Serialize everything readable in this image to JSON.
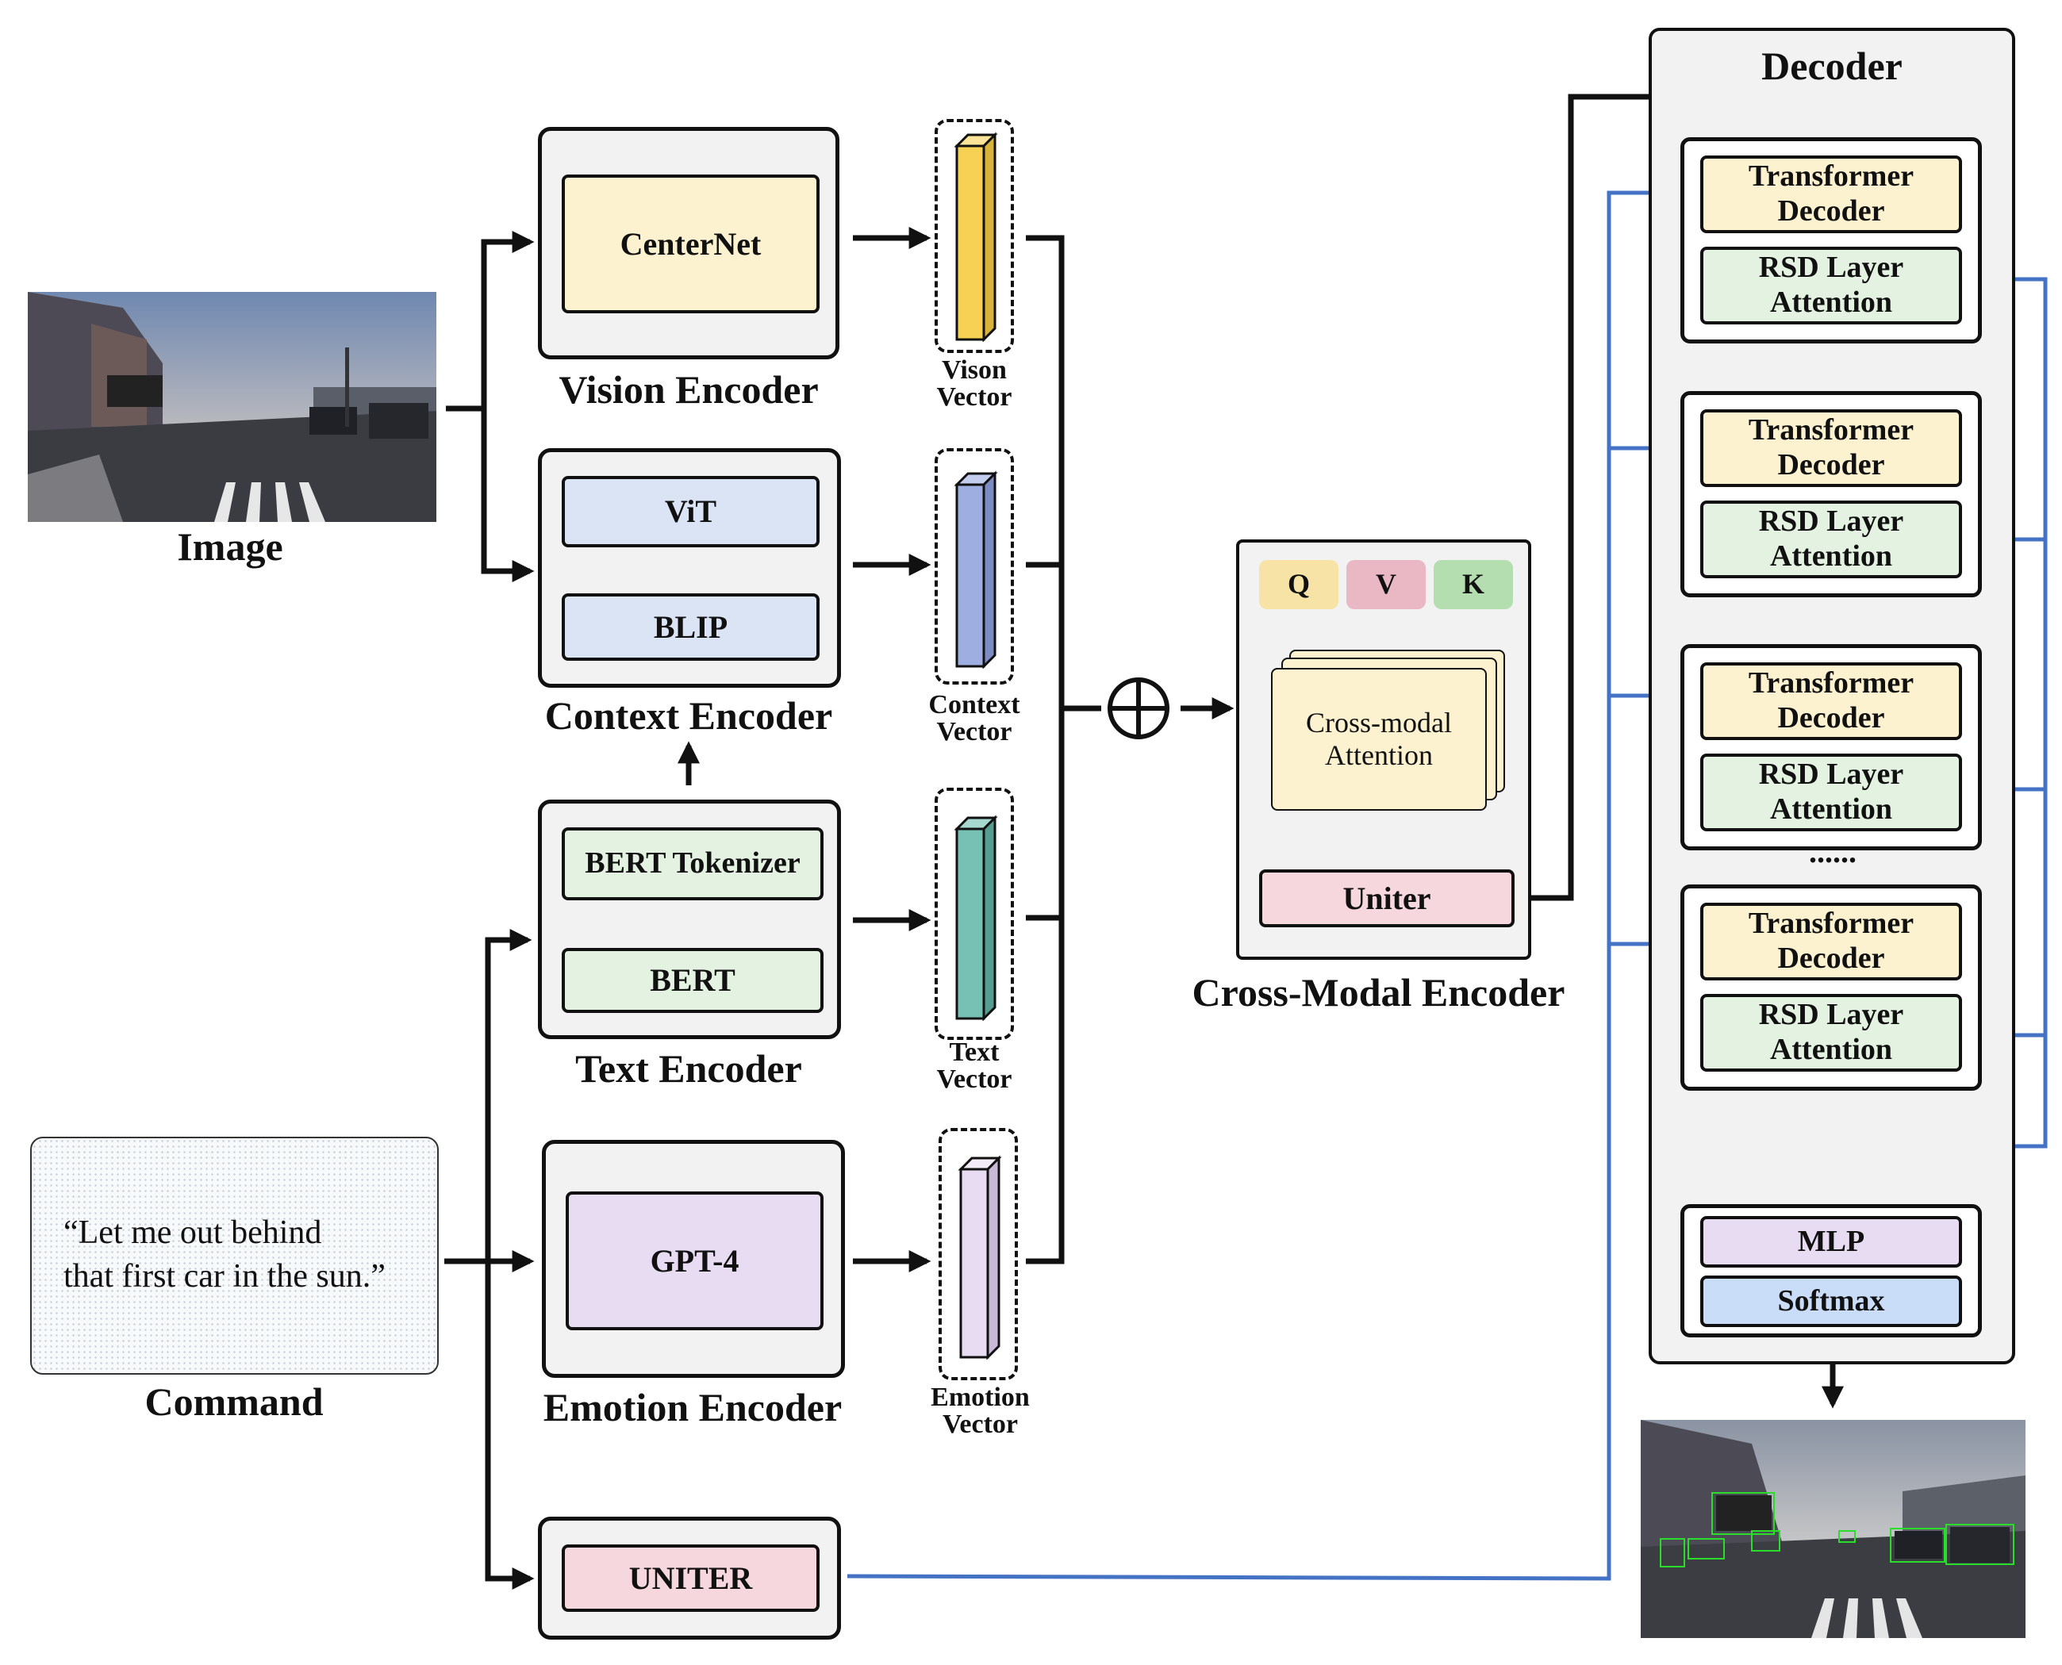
{
  "image_label": "Image",
  "command": {
    "text_line1": "“Let me out behind",
    "text_line2": "that first car in the sun.”",
    "label": "Command"
  },
  "encoders": {
    "vision": {
      "module": "CenterNet",
      "label": "Vision Encoder"
    },
    "context": {
      "module_top": "ViT",
      "module_bottom": "BLIP",
      "label": "Context Encoder"
    },
    "text": {
      "module_top": "BERT Tokenizer",
      "module_bottom": "BERT",
      "label": "Text Encoder"
    },
    "emotion": {
      "module": "GPT-4",
      "label": "Emotion Encoder"
    },
    "uniter": {
      "module": "UNITER"
    }
  },
  "vectors": {
    "vision": {
      "line1": "Vison",
      "line2": "Vector",
      "color": "#f7d154"
    },
    "context": {
      "line1": "Context",
      "line2": "Vector",
      "color": "#9eaee0"
    },
    "text": {
      "line1": "Text",
      "line2": "Vector",
      "color": "#76c0b4"
    },
    "emotion": {
      "line1": "Emotion",
      "line2": "Vector",
      "color": "#e8dcf2"
    }
  },
  "cross_modal": {
    "q": "Q",
    "v": "V",
    "k": "K",
    "attention_line1": "Cross-modal",
    "attention_line2": "Attention",
    "uniter": "Uniter",
    "label": "Cross-Modal Encoder"
  },
  "decoder": {
    "title": "Decoder",
    "blocks": [
      {
        "top_line1": "Transformer",
        "top_line2": "Decoder",
        "bottom_line1": "RSD Layer",
        "bottom_line2": "Attention"
      },
      {
        "top_line1": "Transformer",
        "top_line2": "Decoder",
        "bottom_line1": "RSD Layer",
        "bottom_line2": "Attention"
      },
      {
        "top_line1": "Transformer",
        "top_line2": "Decoder",
        "bottom_line1": "RSD Layer",
        "bottom_line2": "Attention"
      },
      {
        "top_line1": "Transformer",
        "top_line2": "Decoder",
        "bottom_line1": "RSD Layer",
        "bottom_line2": "Attention"
      }
    ],
    "ellipsis": "......",
    "mlp": "MLP",
    "softmax": "Softmax"
  },
  "colors": {
    "yellow_box": "#fdf2cf",
    "blue_box": "#dbe4f5",
    "green_box": "#e3f2e1",
    "purple_box": "#e7dcf1",
    "pink_box": "#f7d7de",
    "q_tag": "#f8e3a6",
    "v_tag": "#eab8c4",
    "k_tag": "#b4deaf",
    "softmax_box": "#c9dcf8",
    "blue_arrow": "#4472c4"
  }
}
